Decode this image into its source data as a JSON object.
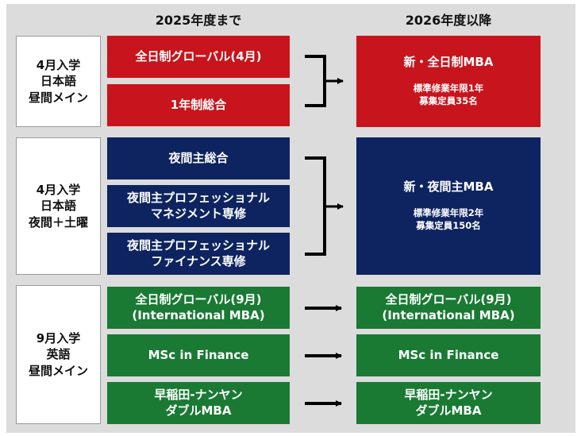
{
  "headers": {
    "left": "2025年度まで",
    "right": "2026年度以降"
  },
  "groups": [
    {
      "label": "4月入学\n日本語\n昼間メイン",
      "old": [
        "全日制グローバル(4月)",
        "1年制総合"
      ],
      "new": {
        "title": "新・全日制MBA",
        "detail": "標準修業年限1年\n募集定員35名"
      }
    },
    {
      "label": "4月入学\n日本語\n夜間＋土曜",
      "old": [
        "夜間主総合",
        "夜間主プロフェッショナル\nマネジメント専修",
        "夜間主プロフェッショナル\nファイナンス専修"
      ],
      "new": {
        "title": "新・夜間主MBA",
        "detail": "標準修業年限2年\n募集定員150名"
      }
    },
    {
      "label": "9月入学\n英語\n昼間メイン",
      "old": [
        "全日制グローバル(9月)\n(International MBA)",
        "MSc in Finance",
        "早稲田-ナンヤン\nダブルMBA"
      ],
      "new": [
        "全日制グローバル(9月)\n(International MBA)",
        "MSc in Finance",
        "早稲田-ナンヤン\nダブルMBA"
      ]
    }
  ],
  "colors": {
    "red": "#c8141c",
    "navy": "#0e2460",
    "green": "#1a7a34",
    "background": "#dcdcdc"
  }
}
